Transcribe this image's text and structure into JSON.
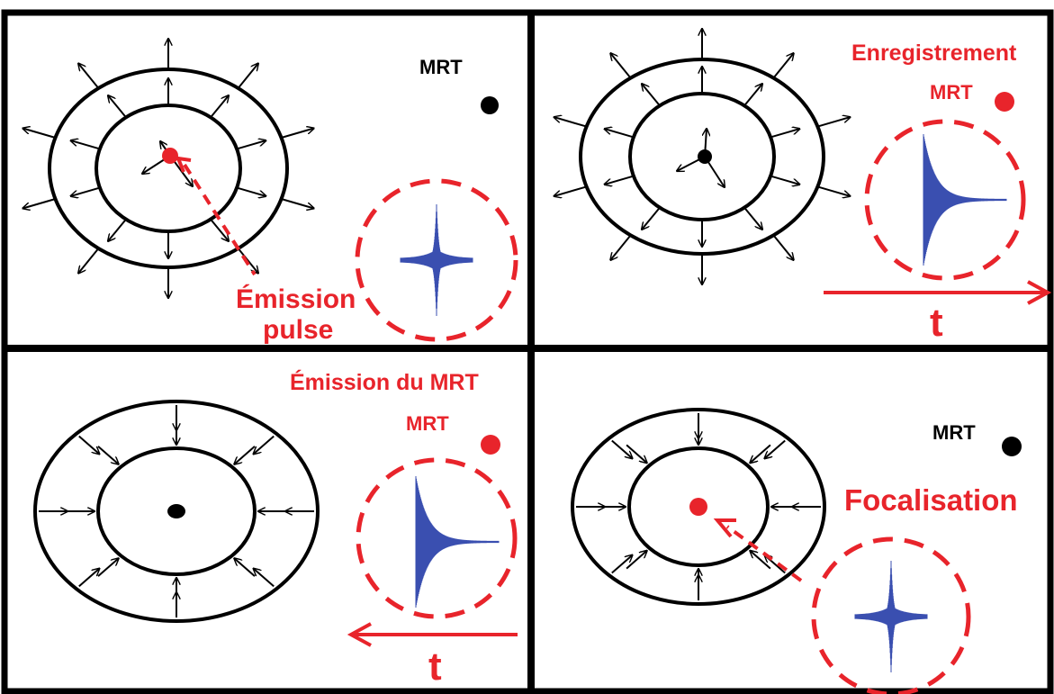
{
  "colors": {
    "frame": "#000000",
    "accent": "#e8242b",
    "wave": "#3a4fb0",
    "ink": "#000000"
  },
  "panels": [
    {
      "id": "top-left",
      "mrt_label": "MRT",
      "mrt_dot": "black",
      "text1": "Émission",
      "text2": "pulse",
      "wave_type": "pulse",
      "arrows": "outward"
    },
    {
      "id": "top-right",
      "title": "Enregistrement",
      "mrt_label": "MRT",
      "mrt_dot": "red",
      "time_label": "t",
      "time_direction": "forward",
      "wave_type": "decay",
      "arrows": "outward"
    },
    {
      "id": "bottom-left",
      "title": "Émission du MRT",
      "mrt_label": "MRT",
      "mrt_dot": "red",
      "time_label": "t",
      "time_direction": "backward",
      "wave_type": "decay",
      "arrows": "inward"
    },
    {
      "id": "bottom-right",
      "title": "Focalisation",
      "mrt_label": "MRT",
      "mrt_dot": "black",
      "wave_type": "pulse",
      "arrows": "inward"
    }
  ]
}
